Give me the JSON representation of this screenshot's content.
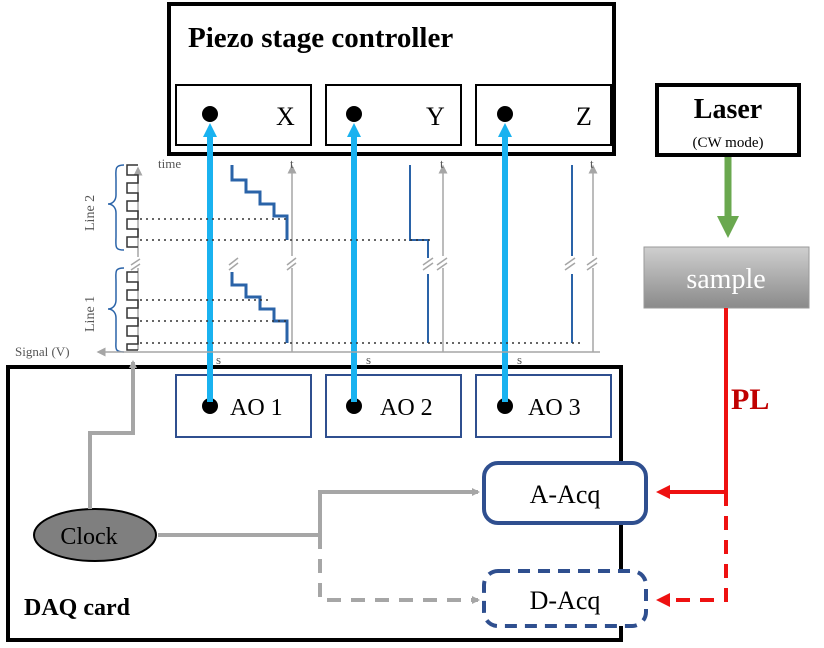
{
  "piezo": {
    "title": "Piezo stage controller",
    "channels": [
      {
        "label": "X"
      },
      {
        "label": "Y"
      },
      {
        "label": "Z"
      }
    ]
  },
  "laser": {
    "title": "Laser",
    "mode": "(CW mode)"
  },
  "sample": {
    "label": "sample"
  },
  "pl": {
    "label": "PL"
  },
  "daq": {
    "title": "DAQ card",
    "outputs": [
      {
        "label": "AO 1"
      },
      {
        "label": "AO 2"
      },
      {
        "label": "AO 3"
      }
    ],
    "clock": "Clock",
    "analog_acq": "A-Acq",
    "digital_acq": "D-Acq"
  },
  "timing": {
    "clock_axis_time": "time",
    "t_label": "t",
    "s_label": "s",
    "signal_axis": "Signal (V)",
    "line1": "Line 1",
    "line2": "Line 2"
  },
  "colors": {
    "blue_link": "#19b2f0",
    "green_link": "#6aa84f",
    "red_pl": "#ee1111",
    "pl_text": "#c00000",
    "box_blue": "#2f4f8f",
    "ramp_blue": "#2a63a8",
    "gray": "#a6a6a6"
  }
}
